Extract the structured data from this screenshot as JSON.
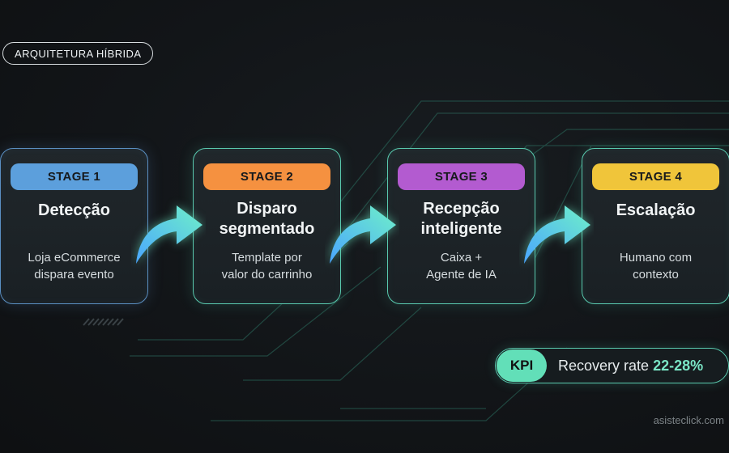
{
  "header": {
    "tag_label": "ARQUITETURA HÍBRIDA"
  },
  "stages": [
    {
      "badge": "STAGE 1",
      "title": "Detecção",
      "desc_line1": "Loja eCommerce",
      "desc_line2": "dispara evento",
      "badge_color": "#5c9fdc"
    },
    {
      "badge": "STAGE 2",
      "title_line1": "Disparo",
      "title_line2": "segmentado",
      "desc_line1": "Template por",
      "desc_line2": "valor do carrinho",
      "badge_color": "#f59140"
    },
    {
      "badge": "STAGE 3",
      "title_line1": "Recepção",
      "title_line2": "inteligente",
      "desc_line1": "Caixa +",
      "desc_line2": "Agente de IA",
      "badge_color": "#b35bd0"
    },
    {
      "badge": "STAGE 4",
      "title": "Escalação",
      "desc_line1": "Humano com",
      "desc_line2": "contexto",
      "badge_color": "#f0c53a"
    }
  ],
  "kpi": {
    "badge": "KPI",
    "label": "Recovery rate",
    "value": "22-28%"
  },
  "footer": {
    "watermark": "asisteclick.com"
  },
  "colors": {
    "accent": "#59c9ae",
    "stage1_border": "#5a8fc2"
  },
  "icons": [
    "curved-arrow-icon"
  ]
}
